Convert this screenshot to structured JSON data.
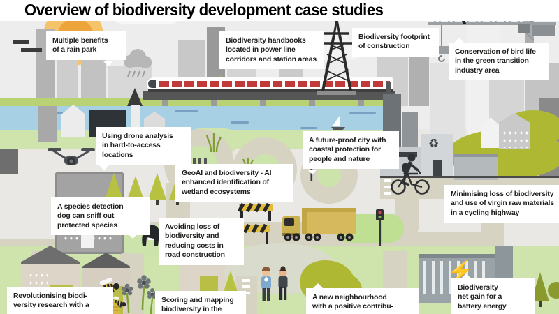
{
  "title": "Overview of biodiversity development case studies",
  "callouts": [
    {
      "id": "rain-park",
      "text": "Multiple benefits\nof a rain park"
    },
    {
      "id": "handbooks",
      "text": "Biodiversity handbooks\nlocated in power line\ncorridors and station areas"
    },
    {
      "id": "footprint",
      "text": "Biodiversity footprint\nof construction"
    },
    {
      "id": "bird-life",
      "text": "Conservation of bird life\nin the green transition\nindustry area"
    },
    {
      "id": "drone",
      "text": "Using drone analysis\nin hard-to-access\nlocations"
    },
    {
      "id": "future-proof",
      "text": "A future-proof city with\ncoastal protection for\npeople and nature"
    },
    {
      "id": "geoai",
      "text": "GeoAI and biodiversity - AI\nenhanced identification of\nwetland ecosystems"
    },
    {
      "id": "cycling-highway",
      "text": "Minimising loss of biodiversity\nand use of virgin raw materials\nin a cycling highway"
    },
    {
      "id": "species-dog",
      "text": "A species detection\ndog can sniff out\nprotected species"
    },
    {
      "id": "avoiding-loss",
      "text": "Avoiding loss of\nbiodiversity and\nreducing costs in\nroad construction"
    },
    {
      "id": "revolutionising",
      "text": "Revolutionising biodi-\nversity research with a"
    },
    {
      "id": "scoring",
      "text": "Scoring and mapping\nbiodiversity in the"
    },
    {
      "id": "neighbourhood",
      "text": "A new neighbourhood\nwith a positive contribu-"
    },
    {
      "id": "net-gain",
      "text": "Biodiversity\nnet gain for a\nbattery energy"
    }
  ],
  "icons": {
    "recycle": "♻",
    "lightning": "⚡"
  },
  "colors": {
    "sky": "#ededee",
    "grass": "#cfe3ad",
    "bright_green": "#bfdf93",
    "olive": "#aeb832",
    "water": "#a8d0e4",
    "road": "#d7d3c3",
    "ground": "#e9e8e4",
    "sun": "#eda43b",
    "truck_yellow": "#d6b95c",
    "train_red": "#c03a3a",
    "ink": "#1d1d1b"
  }
}
